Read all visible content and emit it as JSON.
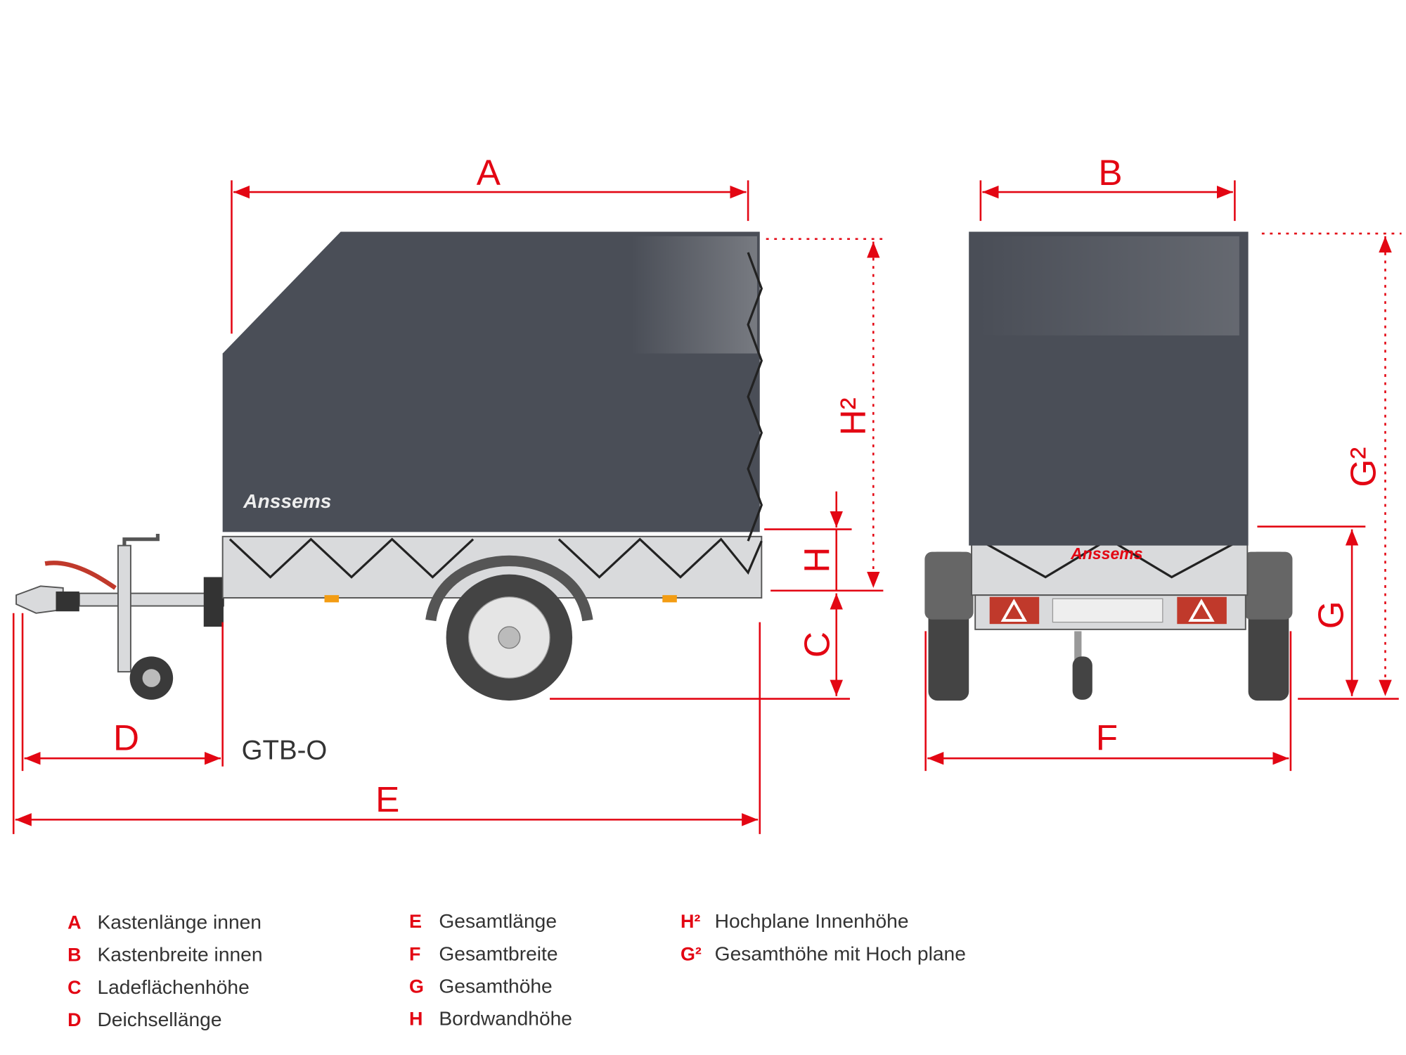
{
  "brand": "Anssems",
  "model": "GTB-O",
  "dimension_labels": {
    "A": "A",
    "B": "B",
    "C": "C",
    "D": "D",
    "E": "E",
    "F": "F",
    "G": "G",
    "H": "H",
    "H2": "H²",
    "G2": "G²"
  },
  "legend": [
    {
      "key": "A",
      "text": "Kastenlänge innen"
    },
    {
      "key": "B",
      "text": "Kastenbreite innen"
    },
    {
      "key": "C",
      "text": "Ladeflächenhöhe"
    },
    {
      "key": "D",
      "text": "Deichsellänge"
    },
    {
      "key": "E",
      "text": "Gesamtlänge"
    },
    {
      "key": "F",
      "text": "Gesamtbreite"
    },
    {
      "key": "G",
      "text": "Gesamthöhe"
    },
    {
      "key": "H",
      "text": "Bordwandhöhe"
    },
    {
      "key": "H²",
      "text": "Hochplane Innenhöhe"
    },
    {
      "key": "G²",
      "text": "Gesamthöhe mit Hoch plane"
    }
  ],
  "colors": {
    "accent": "#e30613",
    "tarp": "#4a4e57"
  }
}
